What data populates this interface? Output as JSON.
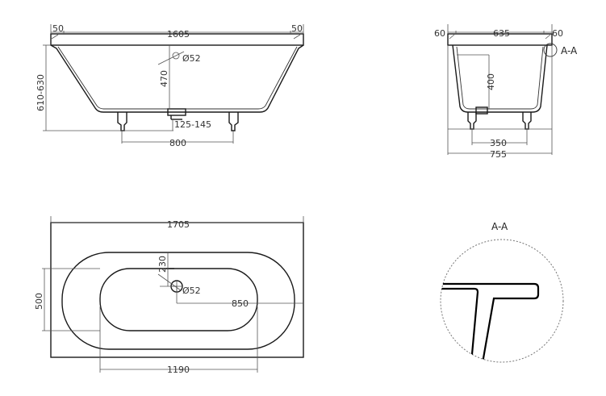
{
  "side_view": {
    "left_rim": "50",
    "total_length": "1605",
    "right_rim": "50",
    "height_range": "610-630",
    "depth": "470",
    "drain_diameter": "Ø52",
    "drain_height": "125-145",
    "leg_spacing": "800"
  },
  "end_view": {
    "left_rim": "60",
    "inner_width": "635",
    "right_rim": "60",
    "section_label": "A-A",
    "depth": "400",
    "leg_spacing": "350",
    "total_width": "755"
  },
  "top_view": {
    "total_length": "1705",
    "drain_offset": "230",
    "drain_diameter": "Ø52",
    "drain_distance": "850",
    "basin_width": "500",
    "basin_length": "1190"
  },
  "detail": {
    "title": "A-A"
  }
}
